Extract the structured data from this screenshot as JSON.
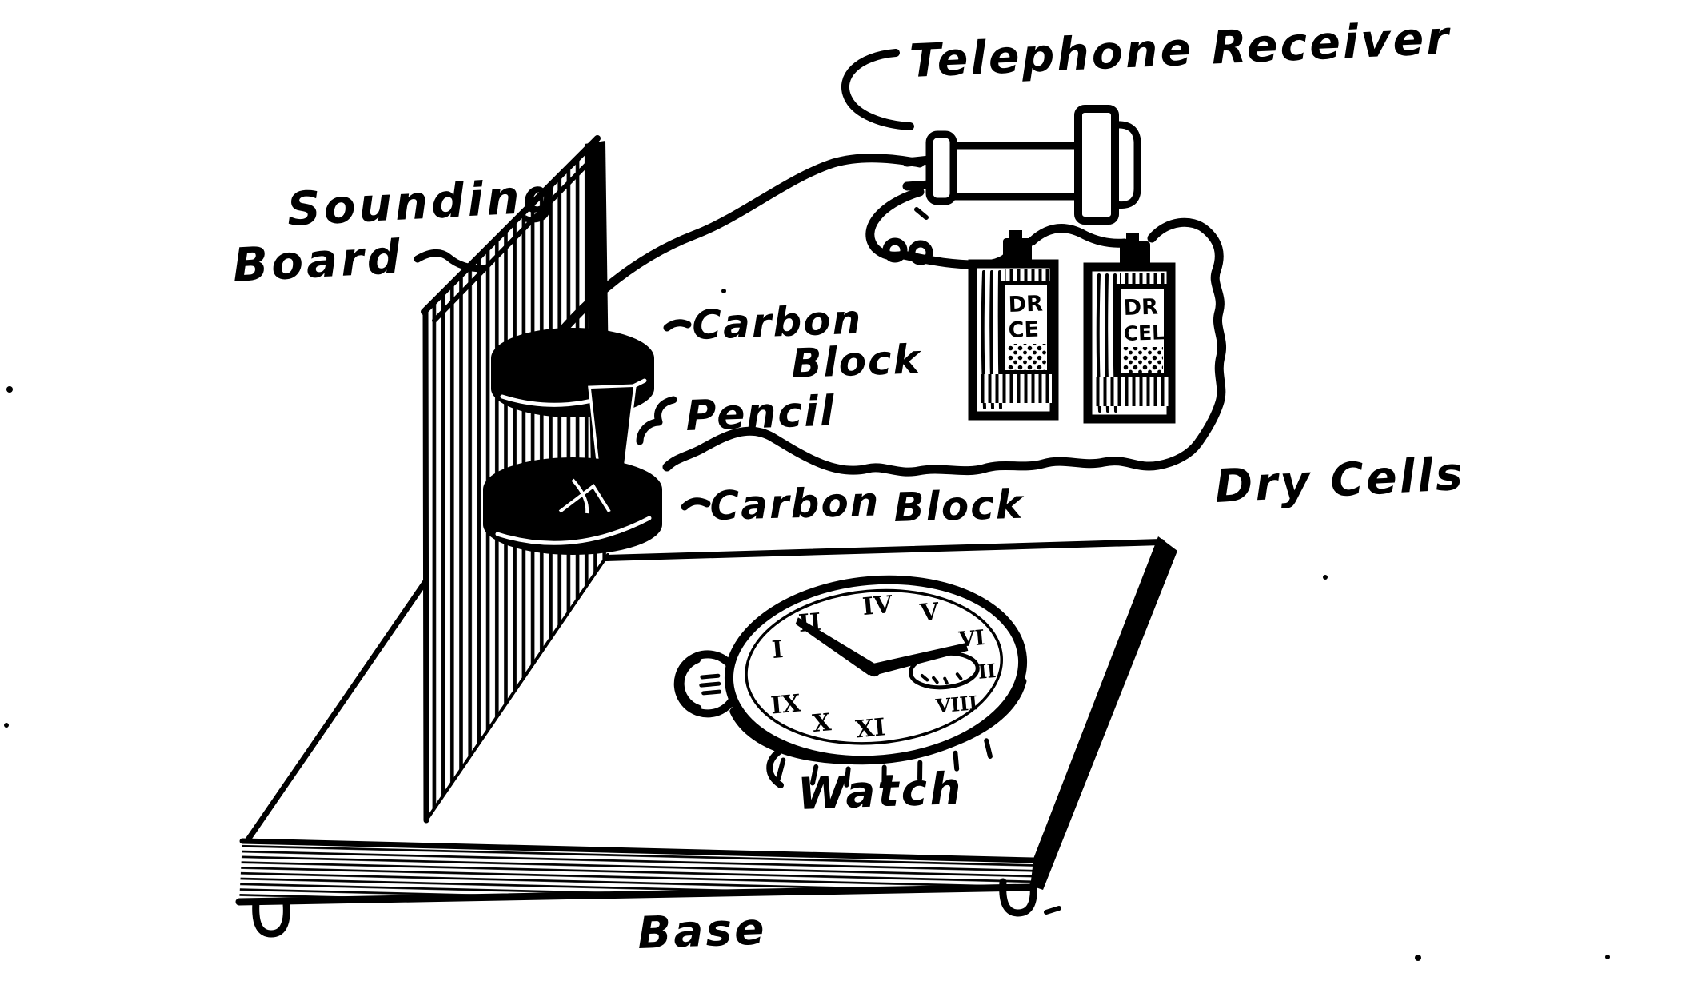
{
  "labels": {
    "telephone_receiver": "Telephone Receiver",
    "sounding_board": {
      "line1": "Sounding",
      "line2": "Board"
    },
    "carbon_block_upper": {
      "line1": "Carbon",
      "line2": "Block"
    },
    "pencil": "Pencil",
    "carbon_block_lower": {
      "word1": "Carbon",
      "word2": "Block"
    },
    "dry_cells": "Dry Cells",
    "watch": "Watch",
    "base": "Base"
  },
  "dry_cells": {
    "cell1": {
      "label_line1": "DR",
      "label_line2": "CE"
    },
    "cell2": {
      "label_line1": "DR",
      "label_line2": "CEL"
    }
  },
  "watch": {
    "numerals": [
      "I",
      "II",
      "IV",
      "V",
      "VI",
      "VII",
      "VIII",
      "IX",
      "X",
      "XI"
    ]
  },
  "colors": {
    "ink": "#000000",
    "paper": "#ffffff"
  }
}
